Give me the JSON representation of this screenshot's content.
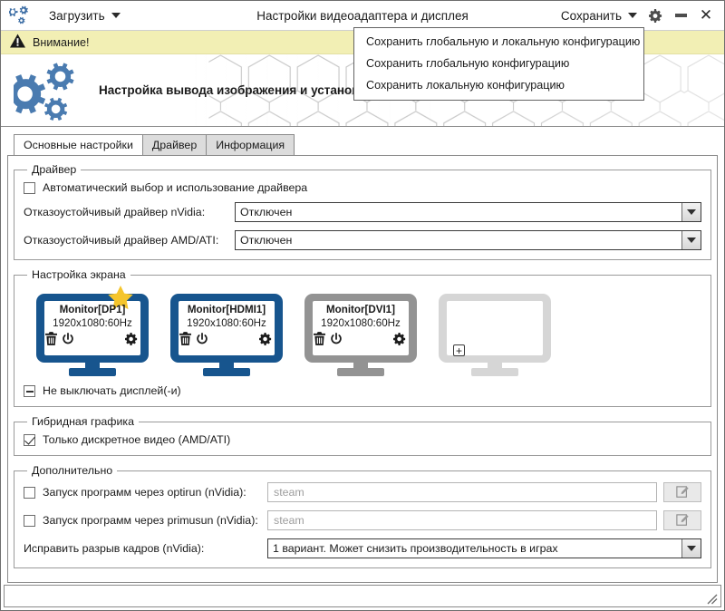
{
  "window": {
    "title": "Настройки видеоадаптера и дисплея",
    "app_icon": "gears-icon",
    "load_button": "Загрузить",
    "save_button": "Сохранить",
    "settings_icon": "gear-icon",
    "minimize_icon": "minimize-icon",
    "close_icon": "close-icon"
  },
  "save_menu": {
    "open": true,
    "items": [
      {
        "label": "Сохранить глобальную и локальную конфигурацию"
      },
      {
        "label": "Сохранить глобальную конфигурацию"
      },
      {
        "label": "Сохранить локальную конфигурацию"
      }
    ]
  },
  "warning": {
    "icon": "warning-triangle-icon",
    "text": "Внимание!",
    "background": "#f2efb4"
  },
  "banner": {
    "icon": "gears-icon",
    "title": "Настройка вывода изображения и установка драйвера видеокарты"
  },
  "tabs": [
    {
      "label": "Основные настройки",
      "active": true
    },
    {
      "label": "Драйвер",
      "active": false
    },
    {
      "label": "Информация",
      "active": false
    }
  ],
  "driver_group": {
    "legend": "Драйвер",
    "auto_checkbox": {
      "label": "Автоматический выбор и использование драйвера",
      "state": "unchecked"
    },
    "nvidia": {
      "label": "Отказоустойчивый драйвер nVidia:",
      "value": "Отключен"
    },
    "amd": {
      "label": "Отказоустойчивый драйвер AMD/ATI:",
      "value": "Отключен"
    }
  },
  "screen_group": {
    "legend": "Настройка экрана",
    "monitors": [
      {
        "name": "Monitor[DP1]",
        "mode": "1920x1080:60Hz",
        "color": "#17558e",
        "enabled": true,
        "primary": true,
        "icons": [
          "trash-icon",
          "power-icon",
          "gear-icon"
        ]
      },
      {
        "name": "Monitor[HDMI1]",
        "mode": "1920x1080:60Hz",
        "color": "#17558e",
        "enabled": true,
        "primary": false,
        "icons": [
          "trash-icon",
          "power-icon",
          "gear-icon"
        ]
      },
      {
        "name": "Monitor[DVI1]",
        "mode": "1920x1080:60Hz",
        "color": "#939393",
        "enabled": false,
        "primary": false,
        "icons": [
          "trash-icon",
          "power-icon",
          "gear-icon"
        ]
      },
      {
        "name": "",
        "mode": "",
        "color": "#d6d6d6",
        "enabled": false,
        "primary": false,
        "add_icon": "plus-icon"
      }
    ],
    "keep_on_checkbox": {
      "label": "Не выключать дисплей(-и)",
      "state": "indeterminate"
    }
  },
  "hybrid_group": {
    "legend": "Гибридная графика",
    "discrete_checkbox": {
      "label": "Только дискретное видео (AMD/ATI)",
      "state": "checked"
    }
  },
  "extra_group": {
    "legend": "Дополнительно",
    "optirun": {
      "label": "Запуск программ через optirun (nVidia):",
      "state": "unchecked",
      "placeholder": "steam",
      "value": "",
      "edit_icon": "pencil-icon"
    },
    "primusun": {
      "label": "Запуск программ через primusun (nVidia):",
      "state": "unchecked",
      "placeholder": "steam",
      "value": "",
      "edit_icon": "pencil-icon"
    },
    "tearfix": {
      "label": "Исправить разрыв кадров (nVidia):",
      "value": "1 вариант. Может снизить производительность в играх"
    }
  },
  "statusbar": {
    "text": "",
    "grip_icon": "resize-grip-icon"
  },
  "colors": {
    "accent": "#17558e",
    "warning_bg": "#f2efb4",
    "star": "#f5c52c",
    "disabled": "#939393"
  }
}
